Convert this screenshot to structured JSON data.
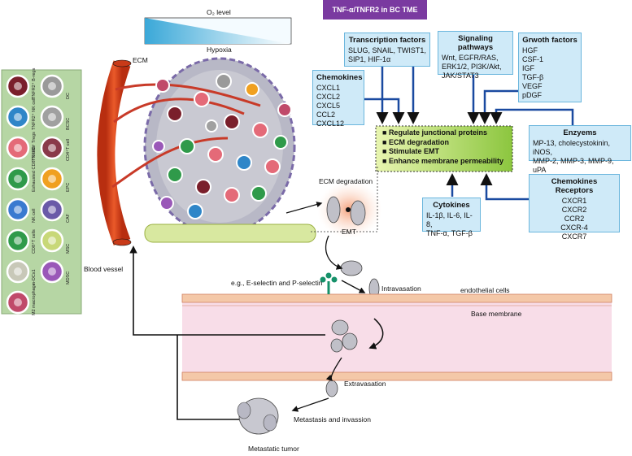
{
  "title": "TNF-α/TNFR2 in BC TME",
  "o2_label": "O₂ level",
  "hypoxia_label": "Hypoxia",
  "ecm_label": "ECM",
  "blood_vessel_label": "Blood vessel",
  "ecm_degradation_label": "ECM degradation",
  "emt_label": "EMT",
  "selectin_label": "e.g., E-selectin and P-selectin",
  "intravasation_label": "Intravasation",
  "endothelial_label": "endothelial cells",
  "base_membrane_label": "Base membrane",
  "extravasation_label": "Extravasation",
  "metastasis_label": "Metastasis and invassion",
  "metastatic_tumor_label": "Metastatic tumor",
  "transcription": {
    "title": "Transcription factors",
    "lines": [
      "SLUG, SNAIL, TWIST1,",
      "SIP1, HIF-1α"
    ]
  },
  "signaling": {
    "title": "Signaling pathways",
    "lines": [
      "Wnt, EGFR/RAS,",
      "ERK1/2, PI3K/Akt,",
      "JAK/STAT3"
    ]
  },
  "growth": {
    "title": "Grwoth factors",
    "lines": [
      "HGF",
      "CSF-1",
      "IGF",
      "TGF-β",
      "VEGF",
      "pDGF"
    ]
  },
  "chemokines": {
    "title": "Chemokines",
    "lines": [
      "CXCL1",
      "CXCL2",
      "CXCL5",
      "CCL2",
      "CXCL12"
    ]
  },
  "enzymes": {
    "title": "Enzyems",
    "lines": [
      "MP-13, cholecystokinin, iNOS,",
      "MMP-2, MMP-3, MMP-9, uPA"
    ]
  },
  "cytokines": {
    "title": "Cytokines",
    "lines": [
      "IL-1β, IL-6, IL-8,",
      "TNF-α, TGF-β"
    ]
  },
  "receptors": {
    "title": "Chemokines Receptors",
    "lines": [
      "CXCR1",
      "CXCR2",
      "CCR2",
      "CXCR-4",
      "CXCR7"
    ]
  },
  "effects": [
    "Regulate junctional proteins",
    "ECM degradation",
    "Stimulate EMT",
    "Enhance membrane permeability"
  ],
  "legend": [
    {
      "label": "TNFR2⁺ B-regs",
      "color": "#7a1f2b"
    },
    {
      "label": "DC",
      "color": "#9a9a9a"
    },
    {
      "label": "TNFR2⁺ NK cell",
      "color": "#2f86c8"
    },
    {
      "label": "BCSC",
      "color": "#a0a0a0"
    },
    {
      "label": "TNFR2⁺ Tregs",
      "color": "#e46a78"
    },
    {
      "label": "CD4⁺T cell",
      "color": "#8a3a4a"
    },
    {
      "label": "Exhausted CD8⁺T cells",
      "color": "#2f9a4a"
    },
    {
      "label": "EPC",
      "color": "#f0a020"
    },
    {
      "label": "NK cell",
      "color": "#3a7ad0"
    },
    {
      "label": "CAF",
      "color": "#6a5aa8"
    },
    {
      "label": "CD8⁺T cells",
      "color": "#2f9a4a"
    },
    {
      "label": "MSC",
      "color": "#c8d878"
    },
    {
      "label": "n-DCs1",
      "color": "#c8c8b8"
    },
    {
      "label": "MDSC",
      "color": "#9a58b8"
    },
    {
      "label": "M2 macrophage",
      "color": "#c04a6a"
    }
  ],
  "colors": {
    "box_fill": "#cfeaf8",
    "box_border": "#6bb6dd",
    "arrow": "#1a4aa0",
    "effects_green": "#b8d850",
    "title_bg": "#7a3aa0",
    "vessel": "#d0401a",
    "legend_bg": "#b6d6a4"
  }
}
